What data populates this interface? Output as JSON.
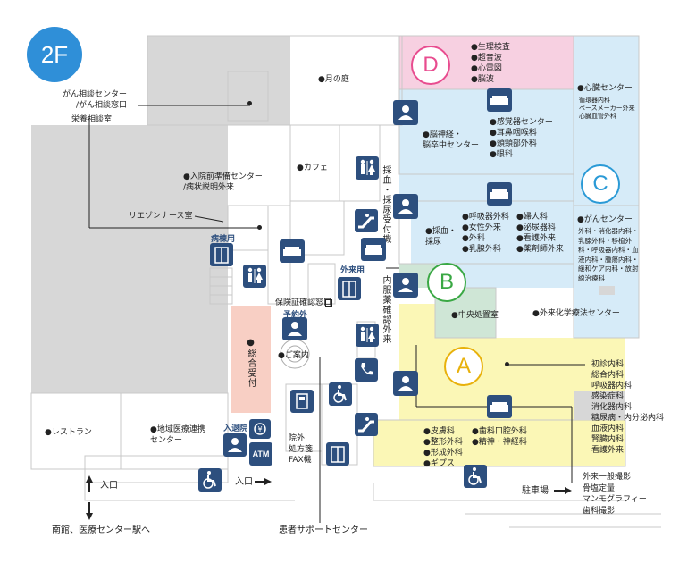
{
  "floor_label": "2F",
  "zones": {
    "D": "D",
    "C": "C",
    "B": "B",
    "A": "A"
  },
  "zone_colors": {
    "D": "#f7d0e1",
    "C": "#d6ebf8",
    "B": "#cfe6d6",
    "A": "#fbf7b6",
    "gray": "#d7d7d7",
    "pink": "#f8cfc4"
  },
  "labels": {
    "tsuki_no_niwa": "●月の庭",
    "gan_soudan": "がん相談センター\n/がん相談窓口",
    "eiyou": "栄養相談室",
    "cafe": "●カフェ",
    "nyuin_junbi": "●入院前準備センター\n/病状説明外来",
    "liaison": "リエゾンナース室",
    "byoto": "病棟用",
    "gairai": "外来用",
    "hoken": "保険証確認窓口",
    "yoyaku": "予約外",
    "goannai": "●ご案内",
    "sougou_uketsuke": "●総合受付",
    "restaurant": "●レストラン",
    "chiiki": "●地域医療連携\nセンター",
    "nyuin": "入退院",
    "atm": "ATM",
    "fax": "院外\n処方箋\nFAX機",
    "iriguchi_left": "入口",
    "iriguchi_center": "入口",
    "parking": "駐車場",
    "south": "南館、医療センター駅へ",
    "patient_support": "患者サポートセンター",
    "saiketsu": "採血・採尿受付機",
    "naifuku": "内服薬確認外来",
    "saiketsu_sainyo": "●採血・\n採尿",
    "chuo_shochi": "●中央処置室",
    "gairai_kagaku": "●外来化学療法センター",
    "noushinkei": "●脳神経・\n脳卒中センター",
    "shinzo": "●心臓センター",
    "shinzo_sub": "循環器内科\nペースメーカー外来\n心臓血管外科",
    "gan_center": "●がんセンター",
    "gan_center_sub": "外科・消化器内科・\n乳腺外科・移植外\n科・呼吸器内科・血\n液内科・腫瘍内科・\n緩和ケア内科・放射\n線治療科"
  },
  "lists": {
    "D": [
      "●生理検査",
      "●超音波",
      "●心電図",
      "●脳波"
    ],
    "sensory": [
      "●感覚器センター",
      "●耳鼻咽喉科",
      "●頭頸部外科",
      "●眼科"
    ],
    "resp_col1": [
      "●呼吸器外科",
      "●女性外来",
      "●外科",
      "●乳腺外科"
    ],
    "resp_col2": [
      "●婦人科",
      "●泌尿器科",
      "●看護外来",
      "●薬剤師外来"
    ],
    "A_list": [
      "初診内科",
      "総合内科",
      "呼吸器内科",
      "感染症科",
      "消化器内科",
      "糖尿病・内分泌内科",
      "血液内科",
      "腎臓内科",
      "看護外来"
    ],
    "derm_col1": [
      "●皮膚科",
      "●整形外科",
      "●形成外科",
      "●ギプス"
    ],
    "derm_col2": [
      "●歯科口腔外科",
      "●精神・神経科"
    ],
    "xray": [
      "外来一般撮影",
      "骨塩定量",
      "マンモグラフィー",
      "歯科撮影"
    ]
  },
  "icons": {
    "person": "person-icon",
    "sofa": "sofa-icon",
    "elevator": "elevator-icon",
    "escalator": "escalator-icon",
    "restroom": "restroom-icon",
    "wheelchair": "wheelchair-icon",
    "phone": "phone-icon",
    "atm": "atm-icon",
    "yen": "yen-icon"
  }
}
